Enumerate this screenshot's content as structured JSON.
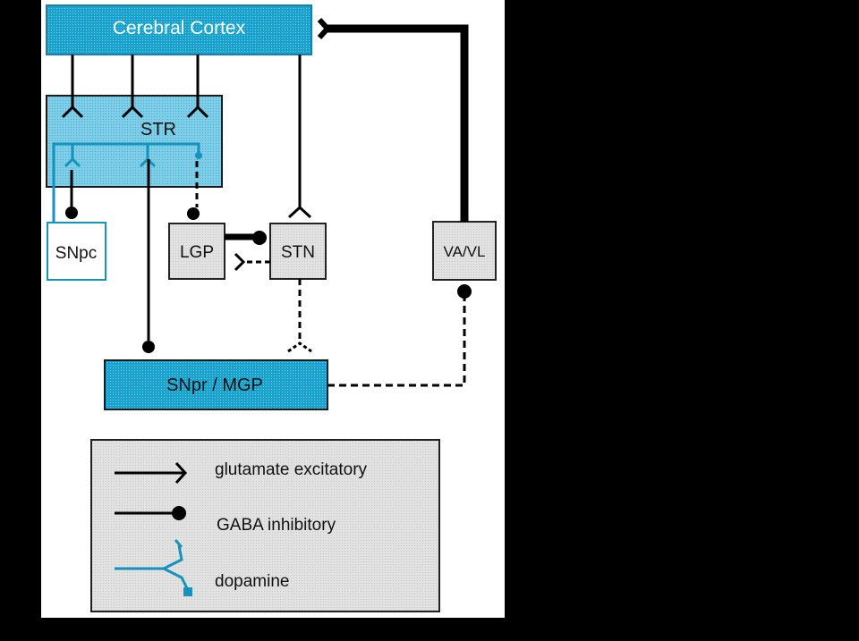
{
  "colors": {
    "page_background": "#000000",
    "panel_background": "#ffffff",
    "region_fill_dark": "#1aa1cc",
    "region_fill_light": "#72c8e4",
    "nucleus_fill": "#dcdcdc",
    "legend_fill": "#dedede",
    "glutamate_line": "#000000",
    "gaba_line": "#000000",
    "dopamine_line": "#1592be"
  },
  "diagram": {
    "nodes": {
      "cortex": {
        "label": "Cerebral Cortex"
      },
      "str": {
        "label": "STR"
      },
      "snpc": {
        "label": "SNpc"
      },
      "lgp": {
        "label": "LGP"
      },
      "stn": {
        "label": "STN"
      },
      "vavl": {
        "label": "VA/VL"
      },
      "snpr_mgp": {
        "label": "SNpr / MGP"
      }
    },
    "connections": [
      {
        "from": "Cerebral Cortex",
        "to": "STR",
        "type": "glutamate excitatory"
      },
      {
        "from": "Cerebral Cortex",
        "to": "STN",
        "type": "glutamate excitatory"
      },
      {
        "from": "VA/VL",
        "to": "Cerebral Cortex",
        "type": "glutamate excitatory"
      },
      {
        "from": "STR",
        "to": "SNpc",
        "type": "GABA inhibitory"
      },
      {
        "from": "STR",
        "to": "LGP",
        "type": "GABA inhibitory"
      },
      {
        "from": "STR",
        "to": "SNpr / MGP",
        "type": "GABA inhibitory"
      },
      {
        "from": "SNpc",
        "to": "STR",
        "type": "dopamine"
      },
      {
        "from": "LGP",
        "to": "STN",
        "type": "GABA inhibitory"
      },
      {
        "from": "STN",
        "to": "LGP",
        "type": "glutamate excitatory"
      },
      {
        "from": "STN",
        "to": "SNpr / MGP",
        "type": "glutamate excitatory"
      },
      {
        "from": "SNpr / MGP",
        "to": "VA/VL",
        "type": "GABA inhibitory"
      }
    ],
    "legend": {
      "items": [
        {
          "label": "glutamate excitatory",
          "symbol": "fork-terminal"
        },
        {
          "label": "GABA inhibitory",
          "symbol": "dot-terminal"
        },
        {
          "label": "dopamine",
          "symbol": "dopamine-terminal"
        }
      ]
    }
  }
}
